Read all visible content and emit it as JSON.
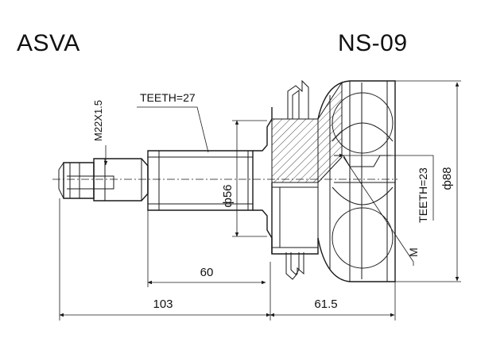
{
  "header": {
    "brand": "ASVA",
    "part_number": "NS-09"
  },
  "labels": {
    "thread": "M22X1.5",
    "outer_teeth": "TEETH=27",
    "inner_teeth": "TEETH=23",
    "shaft_diameter": "ф56",
    "body_diameter": "ф88",
    "m_label": "M",
    "dim_60": "60",
    "dim_103": "103",
    "dim_61_5": "61.5"
  }
}
